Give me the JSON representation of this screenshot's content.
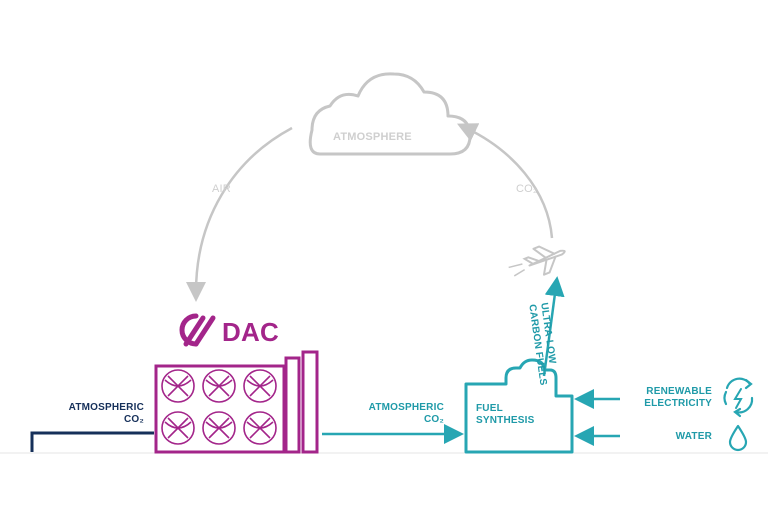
{
  "colors": {
    "grey": "#c6c6c6",
    "grey_text": "#cfcfcf",
    "magenta": "#a3258a",
    "navy": "#16305a",
    "teal": "#27a6b3",
    "teal_text": "#1f9aa8"
  },
  "labels": {
    "atmosphere": "ATMOSPHERE",
    "air": "AIR",
    "co2_top": "CO₂",
    "dac": "DAC",
    "fuels_line1": "ULTRA-LOW",
    "fuels_line2": "CARBON FUELS",
    "atmospheric_co2_left": [
      "ATMOSPHERIC",
      "CO₂"
    ],
    "atmospheric_co2_mid": [
      "ATMOSPHERIC",
      "CO₂"
    ],
    "fuel_synthesis": [
      "FUEL",
      "SYNTHESIS"
    ],
    "renewable_electricity": [
      "RENEWABLE",
      "ELECTRICITY"
    ],
    "water": "WATER"
  },
  "icons": {
    "cloud": "cloud-icon",
    "plane": "airplane-icon",
    "logo": "dac-logo-icon",
    "recycle": "renewable-cycle-icon",
    "water": "water-drop-icon"
  }
}
